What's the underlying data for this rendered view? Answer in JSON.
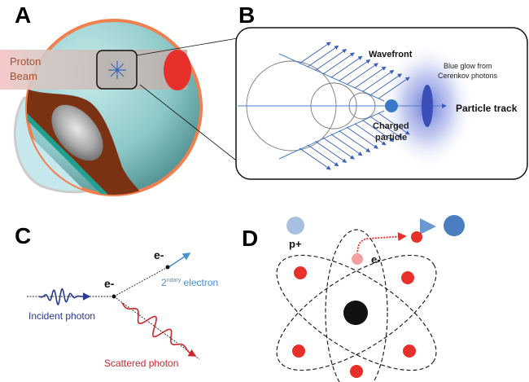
{
  "panels": {
    "A": {
      "label": "A",
      "beam_label_line1": "Proton",
      "beam_label_line2": "Beam"
    },
    "B": {
      "label": "B",
      "wavefront": "Wavefront",
      "glow_line1": "Blue glow from",
      "glow_line2": "Cerenkov photons",
      "particle_track": "Particle track",
      "charged_line1": "Charged",
      "charged_line2": "particle"
    },
    "C": {
      "label": "C",
      "electron_center": "e-",
      "electron_secondary": "e-",
      "secondary_prefix": "2",
      "secondary_sup": "ndary",
      "secondary_suffix": " electron",
      "incident": "Incident photon",
      "scattered": "Scattered photon"
    },
    "D": {
      "label": "D",
      "proton": "p+",
      "electron": "e-"
    }
  },
  "colors": {
    "orange_border": "#f08050",
    "teal_fill": "#a8dcdc",
    "beam_pink": "#f4b8b8",
    "beam_gray": "#c8c0bc",
    "tumor_red": "#e8302a",
    "brown": "#7a2a12",
    "blue_arrow": "#3a5fc0",
    "light_blue": "#4a90d0",
    "dark_blue": "#2a3a90",
    "red": "#c8282a",
    "electron_red": "#e8302a",
    "proton_light": "#a8c0e0",
    "proton_dark": "#4a7ec0"
  }
}
